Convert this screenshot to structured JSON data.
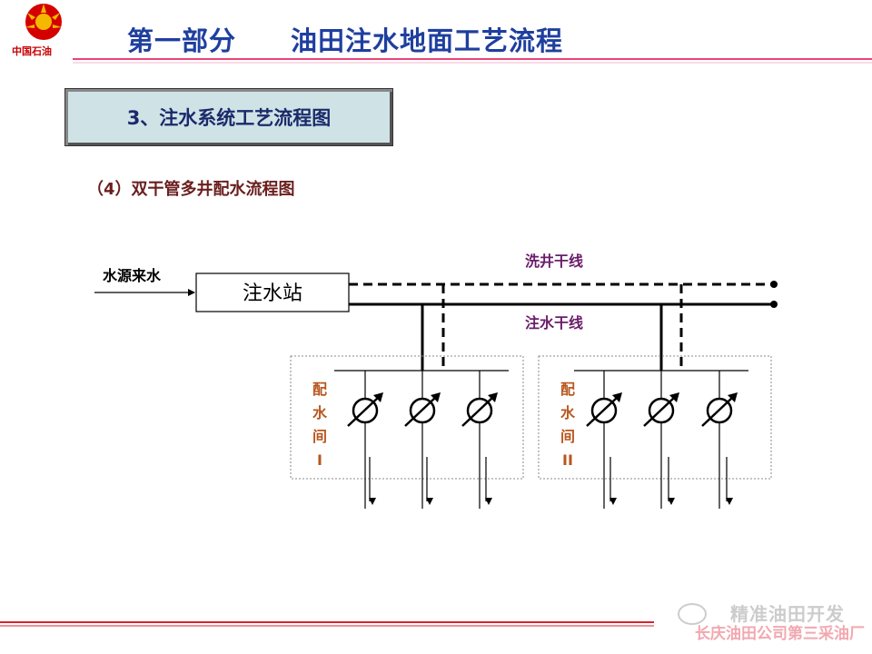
{
  "header": {
    "logo_text": "中国石油",
    "part": "第一部分",
    "title": "油田注水地面工艺流程"
  },
  "section": {
    "title": "3、注水系统工艺流程图"
  },
  "subtitle": "（4）双干管多井配水流程图",
  "diagram": {
    "source_label": "水源来水",
    "station_label": "注水站",
    "wash_line_label": "洗井干线",
    "injection_line_label": "注水干线",
    "room1_chars": [
      "配",
      "水",
      "间",
      "I"
    ],
    "room2_chars": [
      "配",
      "水",
      "间",
      "II"
    ]
  },
  "footer": {
    "brand": "精准油田开发",
    "company": "长庆油田公司第三采油厂"
  },
  "colors": {
    "header_blue": "#1f3f9f",
    "header_rule": "#e8457a",
    "footer_rule": "#d9232e",
    "diagram_label": "#6a1c6a",
    "room_label": "#b8561e",
    "logo_red": "#d40000",
    "logo_yellow": "#f5b800"
  }
}
